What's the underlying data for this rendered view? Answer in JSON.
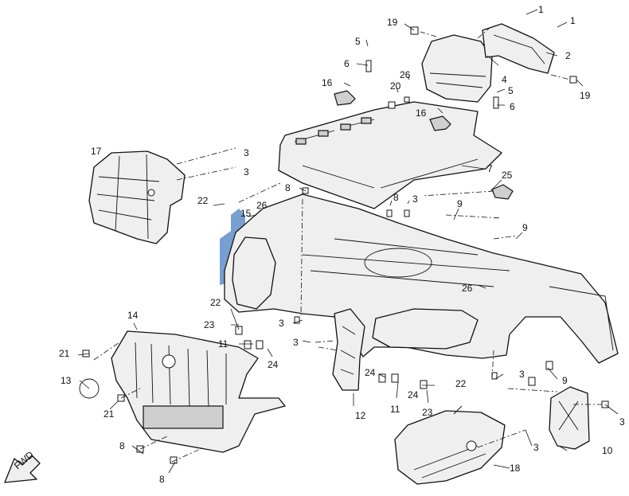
{
  "callouts": {
    "c1a": "1",
    "c1b": "1",
    "c2": "2",
    "c3a": "3",
    "c3b": "3",
    "c3c": "3",
    "c3d": "3",
    "c3e": "3",
    "c3f": "3",
    "c3g": "3",
    "c3h": "3",
    "c4": "4",
    "c5a": "5",
    "c5b": "5",
    "c6a": "6",
    "c6b": "6",
    "c7": "7",
    "c8a": "8",
    "c8b": "8",
    "c8c": "8",
    "c8d": "8",
    "c9a": "9",
    "c9b": "9",
    "c9c": "9",
    "c10": "10",
    "c11a": "11",
    "c11b": "11",
    "c12": "12",
    "c13": "13",
    "c14": "14",
    "c15": "15",
    "c16a": "16",
    "c16b": "16",
    "c17": "17",
    "c18": "18",
    "c19a": "19",
    "c19b": "19",
    "c20": "20",
    "c21a": "21",
    "c21b": "21",
    "c22a": "22",
    "c22b": "22",
    "c22c": "22",
    "c23a": "23",
    "c23b": "23",
    "c24a": "24",
    "c24b": "24",
    "c24c": "24",
    "c25": "25",
    "c26a": "26",
    "c26b": "26",
    "c26c": "26"
  },
  "fwd_label": "FWD",
  "icons": {
    "front_direction": "fwd-arrow-icon",
    "watermark": "castle-logo-watermark"
  }
}
